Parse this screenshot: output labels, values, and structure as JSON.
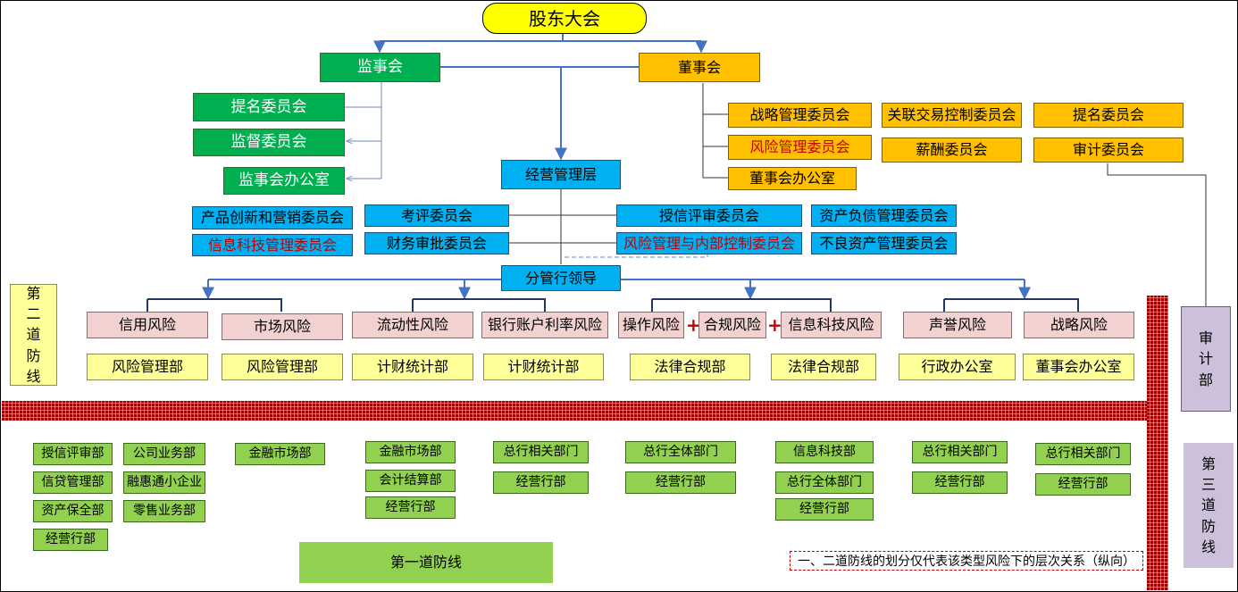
{
  "top": {
    "shareholders": "股东大会"
  },
  "supervisory": {
    "board": "监事会",
    "committees": [
      "提名委员会",
      "监督委员会",
      "监事会办公室"
    ]
  },
  "directors": {
    "board": "董事会",
    "committees": [
      "战略管理委员会",
      "关联交易控制委员会",
      "提名委员会",
      "风险管理委员会",
      "薪酬委员会",
      "审计委员会",
      "董事会办公室"
    ]
  },
  "management": {
    "title": "经营管理层",
    "committees": [
      "产品创新和营销委员会",
      "考评委员会",
      "授信评审委员会",
      "资产负债管理委员会",
      "信息科技管理委员会",
      "财务审批委员会",
      "风险管理与内部控制委员会",
      "不良资产管理委员会"
    ]
  },
  "branch_leader": "分管行领导",
  "second_line": {
    "label": "第二道防线",
    "risks": [
      "信用风险",
      "市场风险",
      "流动性风险",
      "银行账户利率风险",
      "操作风险",
      "合规风险",
      "信息科技风险",
      "声誉风险",
      "战略风险"
    ],
    "plus": "+",
    "departments": [
      "风险管理部",
      "风险管理部",
      "计财统计部",
      "计财统计部",
      "法律合规部",
      "法律合规部",
      "行政办公室",
      "董事会办公室"
    ]
  },
  "audit": {
    "label": "审计部"
  },
  "third_line": {
    "label": "第三道防线"
  },
  "first_line": {
    "label": "第一道防线",
    "units": [
      "授信评审部",
      "公司业务部",
      "信贷管理部",
      "融惠通小企业",
      "资产保全部",
      "零售业务部",
      "经营行部",
      "金融市场部",
      "金融市场部",
      "会计结算部",
      "经营行部",
      "总行相关部门",
      "经营行部",
      "总行全体部门",
      "经营行部",
      "信息科技部",
      "总行全体部门",
      "经营行部",
      "总行相关部门",
      "经营行部",
      "总行相关部门",
      "经营行部"
    ]
  },
  "note": "一、二道防线的划分仅代表该类型风险下的层次关系（纵向）",
  "colors": {
    "connector": "#4472c4",
    "dark_connector": "#1f3864",
    "grey_connector": "#7f7f7f",
    "band": "#9b0000"
  }
}
